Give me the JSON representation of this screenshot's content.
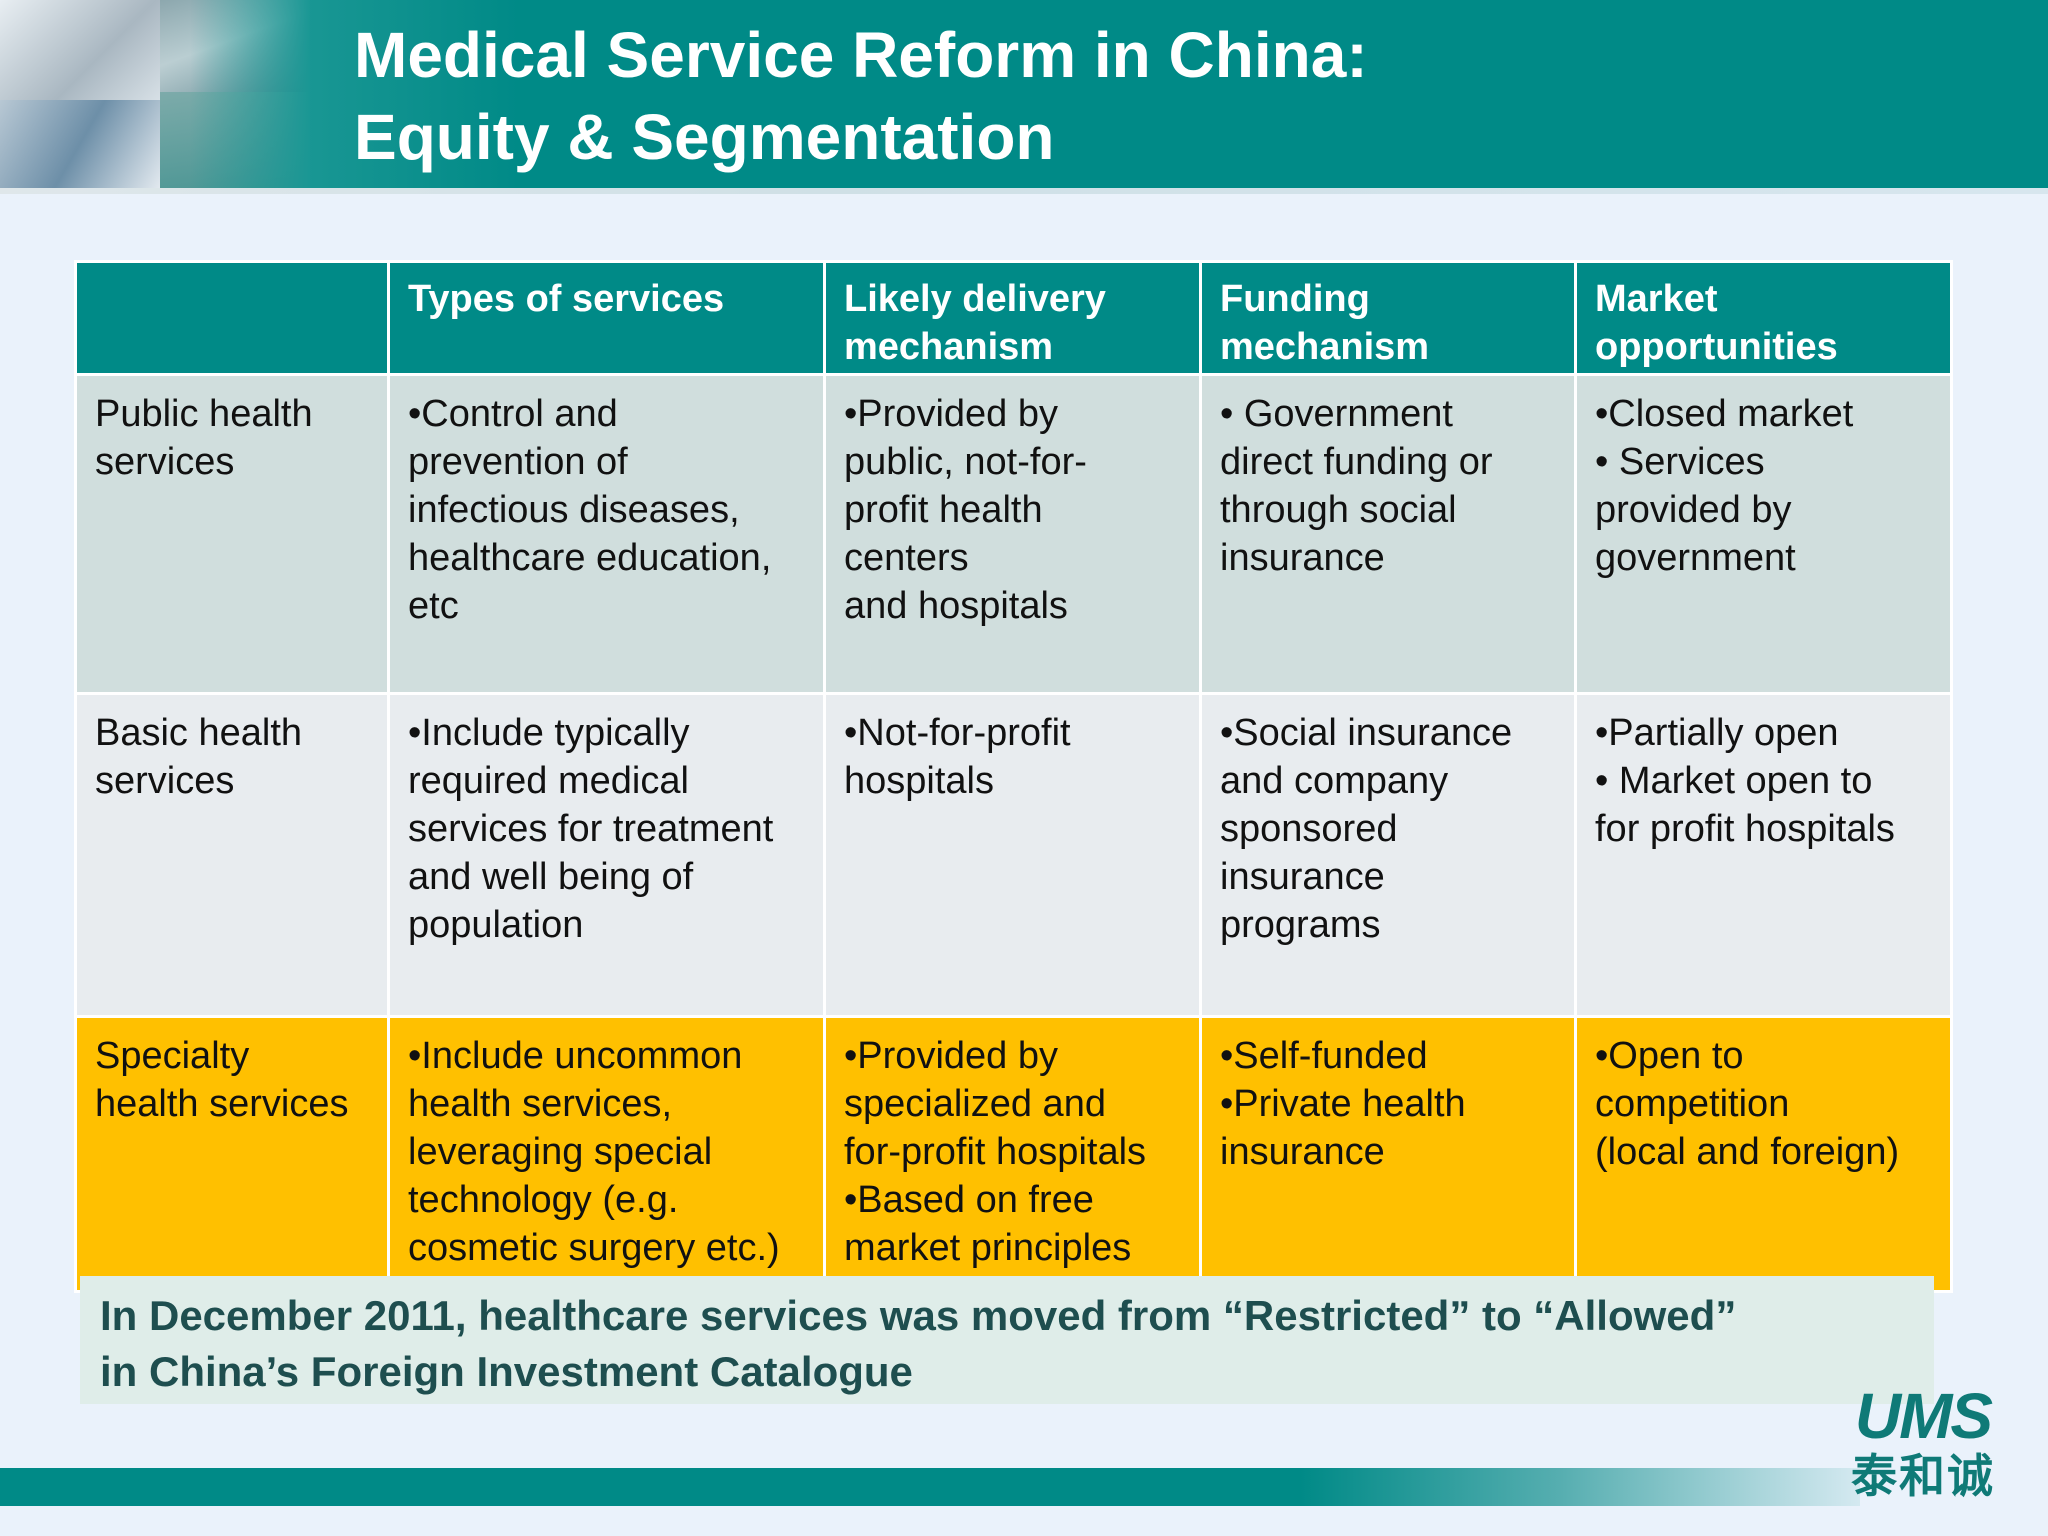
{
  "header": {
    "title_line1": "Medical Service Reform in China:",
    "title_line2": "Equity & Segmentation"
  },
  "table": {
    "columns": [
      "",
      "Types of services",
      "Likely delivery\nmechanism",
      "Funding\nmechanism",
      "Market\nopportunities"
    ],
    "rows": [
      [
        "Public health\nservices",
        "•Control and\nprevention of\ninfectious diseases,\nhealthcare education,\netc",
        "•Provided by\npublic, not-for-\nprofit health\ncenters\nand hospitals",
        "• Government\ndirect funding or\nthrough social\ninsurance",
        "•Closed market\n• Services\nprovided by\ngovernment"
      ],
      [
        "Basic health\nservices",
        "•Include typically\nrequired medical\nservices for treatment\nand well being of\npopulation",
        "•Not-for-profit\nhospitals",
        "•Social insurance\nand company\nsponsored\ninsurance\nprograms",
        "•Partially open\n• Market open to\nfor profit hospitals"
      ],
      [
        "Specialty\nhealth services",
        "•Include uncommon\nhealth services,\nleveraging special\ntechnology (e.g.\ncosmetic surgery etc.)",
        "•Provided by\nspecialized and\nfor-profit hospitals\n•Based on free\nmarket principles",
        "•Self-funded\n•Private health\ninsurance",
        "•Open to\ncompetition\n(local and foreign)"
      ]
    ]
  },
  "note": {
    "text": "In December 2011, healthcare services was moved from “Restricted” to “Allowed”\nin China’s Foreign Investment Catalogue"
  },
  "logo": {
    "mark": "UMS",
    "chinese": "泰和诚"
  },
  "colors": {
    "teal": "#008a87",
    "row1": "#d0dedd",
    "row2": "#e8ecef",
    "row3": "#ffc000",
    "note_bg": "#dfede9",
    "note_text": "#1e4e4f"
  }
}
